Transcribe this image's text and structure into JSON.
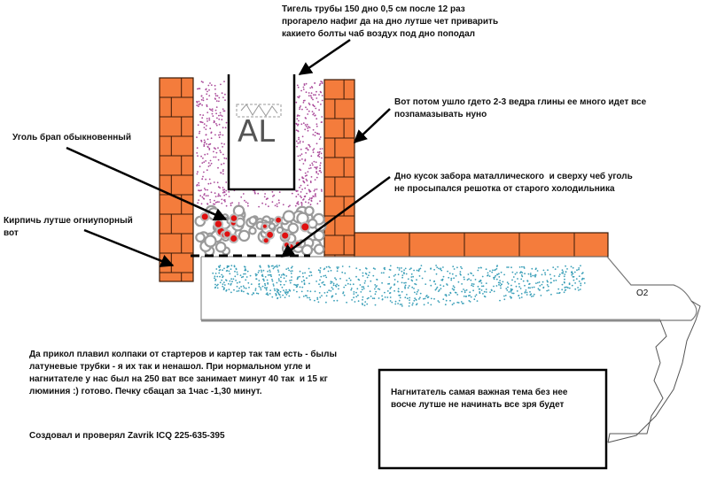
{
  "colors": {
    "brick": "#f47c3c",
    "mortar": "#3a1a08",
    "line": "#000000",
    "floor": "#8c8c8c",
    "clay_dots": "#aa4a9a",
    "air_dots": "#3a9fb8",
    "coal_red": "#e01010",
    "coal_grey": "#9a9a9a"
  },
  "labels": {
    "crucible": "Тигель трубы 150 дно 0,5 см после 12 раз\nпрогарело нафиг да на дно лутше чет приварить\nкакието болты чаб воздух под дно поподал",
    "clay": "Вот потом ушло гдето 2-3 ведра глины ее много идет все\nпозпамазывать нуно",
    "coal": "Уголь брап обыкновенный",
    "bottom": "Дно кусок забора маталлического  и сверху чеб уголь\nне просыпался решотка от старого холодильника",
    "brick": "Кирпичь лутше огниупорный\nвот",
    "o2": "О2",
    "al": "AL",
    "story": "Да прикол плавил колпаки от стартеров и картер так там есть - былы\nлатуневые трубки - я их так и ненашол. При нормальном угле и\nнагнитателе у нас был на 250 ват все занимает минут 40 так  и 15 кг\nлюминия :) готово. Печку сбацап за 1час -1,30 минут.",
    "author": "Создовал и проверял Zavrik ICQ 225-635-395",
    "blower": "Нагнитатель самая важная тема без нее\nвосче лутше не начинать все зря будет"
  }
}
